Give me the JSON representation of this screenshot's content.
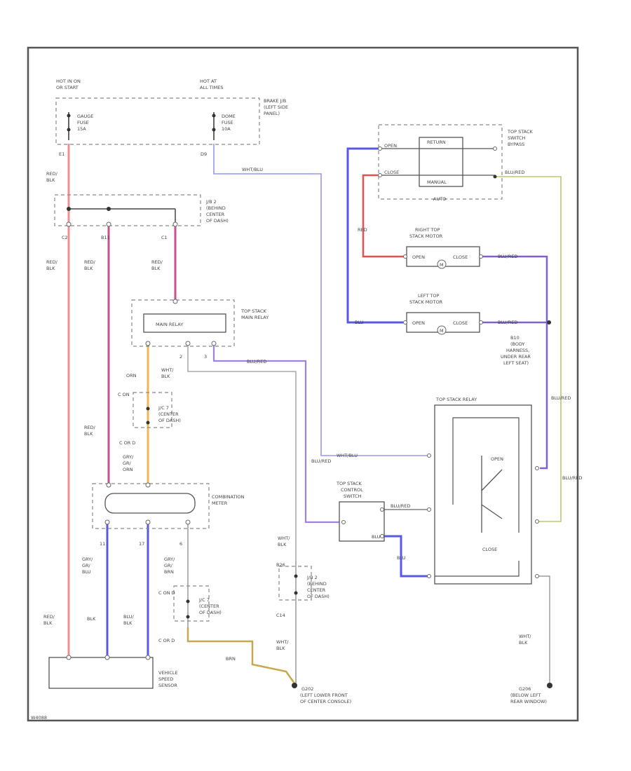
{
  "labels": {
    "hot_in_on": "HOT IN ON",
    "hot_in_on_2": "OR START",
    "hot_at": "HOT AT",
    "hot_at_2": "ALL TIMES",
    "gauge_fuse": "GAUGE",
    "gauge_fuse_2": "FUSE",
    "gauge_fuse_3": "15A",
    "dome_fuse": "DOME",
    "dome_fuse_2": "FUSE",
    "dome_fuse_3": "10A",
    "fuse_jb": "BRAKE J/B",
    "fuse_jb_2": "(LEFT SIDE",
    "fuse_jb_3": "PANEL)",
    "c_e1": "E1",
    "c_d9": "D9",
    "red_blk_top": "RED/",
    "red_blk_top_2": "BLK",
    "wht_blu_top": "WHT/BLU",
    "jb2": "J/B 2",
    "jb2_2": "(BEHIND",
    "jb2_3": "CENTER",
    "jb2_4": "OF DASH)",
    "c_c2": "C2",
    "c_b11": "B11",
    "c_c1": "C1",
    "w_red_blk_a": "RED/",
    "w_red_blk_a_2": "BLK",
    "w_red_blk_b": "RED/",
    "w_red_blk_b_2": "BLK",
    "w_red_blk_c": "RED/",
    "w_red_blk_c_2": "BLK",
    "main_relay_inner": "MAIN RELAY",
    "main_relay": "TOP STACK",
    "main_relay_2": "MAIN RELAY",
    "pin_2": "2",
    "pin_3": "3",
    "w_orn": "ORN",
    "w_wht_blk": "WHT/",
    "w_wht_blk_2": "BLK",
    "w_blu_red_mid": "BLU/RED",
    "c_c_on_top": "C ON",
    "jb7_top": "J/C 7",
    "jb7_top_2": "(CENTER",
    "jb7_top_3": "OF DASH)",
    "c_c_on_b": "C OR D",
    "w_gry_grn_orn": "GRY/",
    "w_gry_grn_orn_2": "GR/",
    "w_gry_grn_orn_3": "ORN",
    "w_red_blk_long": "RED/",
    "w_red_blk_long_2": "BLK",
    "comb_meter": "COMBINATION",
    "comb_meter_2": "METER",
    "c_11": "11",
    "c_17": "17",
    "c_6": "6",
    "w_gry_grn_blu": "GRY/",
    "w_gry_grn_blu_2": "GR/",
    "w_gry_grn_blu_3": "BLU",
    "w_gry_grn_brn": "GRY/",
    "w_gry_grn_brn_2": "GR/",
    "w_gry_grn_brn_3": "BRN",
    "c_c_on_low": "C ON D",
    "jb7_low": "J/C 7",
    "jb7_low_2": "(CENTER",
    "jb7_low_3": "OF DASH)",
    "c_c_or_d_low": "C OR D",
    "w_red_blk_bottom": "RED/",
    "w_red_blk_bottom_2": "BLK",
    "w_blk": "BLK",
    "w_blu_blk": "BLU/",
    "w_blu_blk_2": "BLK",
    "w_brn": "BRN",
    "vss": "VEHICLE",
    "vss_2": "SPEED",
    "vss_3": "SENSOR",
    "bypass": "TOP STACK",
    "bypass_2": "SWITCH",
    "bypass_3": "BYPASS",
    "bypass_auto": "AUTO",
    "bypass_ret1": "RETURN",
    "bypass_ret2": "MANUAL",
    "bypass_open": "OPEN",
    "bypass_close": "CLOSE",
    "w_blu_red_right": "BLU/RED",
    "w_red_v": "RED",
    "right_motor": "RIGHT TOP",
    "right_motor_2": "STACK MOTOR",
    "right_motor_open": "OPEN",
    "right_motor_close": "CLOSE",
    "m_symbol": "M",
    "left_motor": "LEFT TOP",
    "left_motor_2": "STACK MOTOR",
    "left_motor_open": "OPEN",
    "left_motor_close": "CLOSE",
    "m_symbol_2": "M",
    "w_blu": "BLU",
    "w_blu_red_lm": "BLU/RED",
    "w_blu_red_rm": "BLU/RED",
    "b10": "B10",
    "b10_2": "(BODY",
    "b10_3": "HARNESS,",
    "b10_4": "UNDER REAR",
    "b10_5": "LEFT SEAT)",
    "top_stack_relay": "TOP STACK RELAY",
    "relay_open": "OPEN",
    "relay_close": "CLOSE",
    "w_wht_blu_mid": "WHT/BLU",
    "w_blu_red_vert": "BLU/RED",
    "w_blu_red_vert2": "BLU/RED",
    "w_blu_red_vert3": "BLU/RED",
    "control_switch": "TOP STACK",
    "control_switch_2": "CONTROL",
    "control_switch_3": "SWITCH",
    "cs_blu_red": "BLU/RED",
    "cs_blu": "BLU",
    "w_blu_cs": "BLU",
    "w_wht_blk_cs": "WHT/",
    "w_wht_blk_cs_2": "BLK",
    "jb2_low": "J/B 2",
    "jb2_low_2": "(BEHIND",
    "jb2_low_3": "CENTER",
    "jb2_low_4": "OF DASH)",
    "c_b26": "B26",
    "c_c14": "C14",
    "w_wht_blk_low": "WHT/",
    "w_wht_blk_low_2": "BLK",
    "w_wht_blk_right": "WHT/",
    "w_wht_blk_right_2": "BLK",
    "ground_left": "G202",
    "ground_left_2": "(LEFT LOWER FRONT",
    "ground_left_3": "OF CENTER CONSOLE)",
    "ground_right": "G206",
    "ground_right_2": "(BELOW LEFT",
    "ground_right_3": "REAR WINDOW)",
    "fig_code": "W4088"
  },
  "colors": {
    "red": "#f08f8f",
    "pink": "#c8508c",
    "orange": "#f0b450",
    "blue": "#5858e6",
    "lightblue": "#9898ee",
    "yellow": "#c8a84a",
    "gray": "#888888"
  }
}
